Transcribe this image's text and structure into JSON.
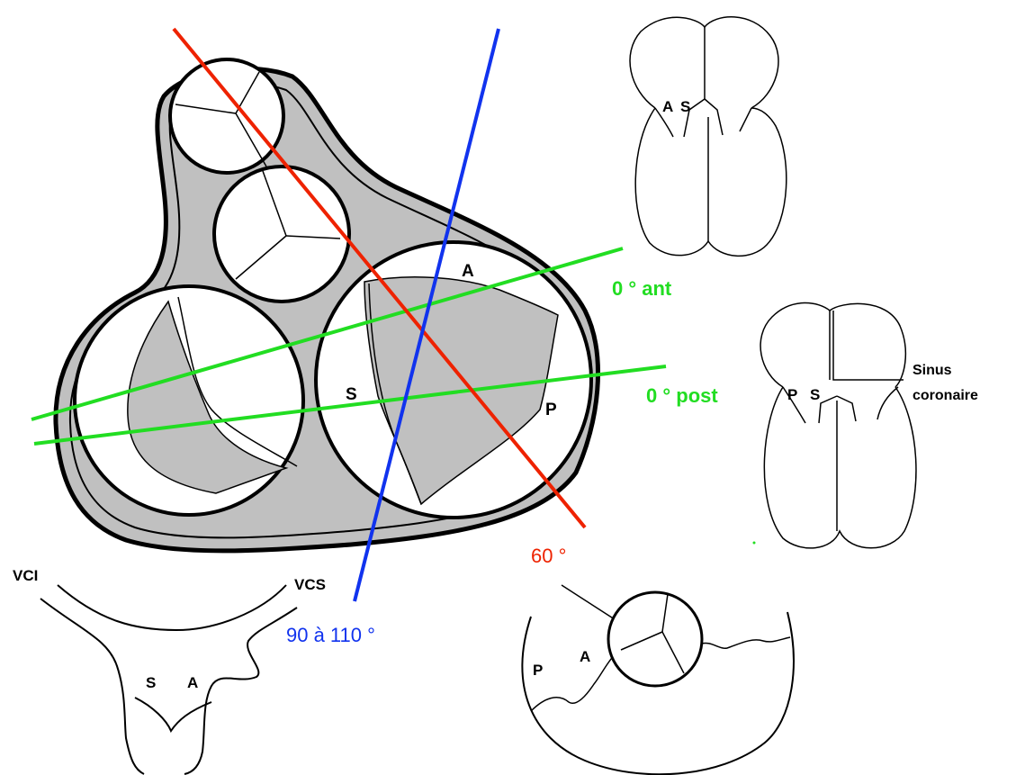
{
  "colors": {
    "outline": "#000000",
    "fill": "#c0c0c0",
    "line_0deg": "#22dd22",
    "line_60deg": "#ee2200",
    "line_90deg": "#1133ee",
    "background": "#ffffff"
  },
  "angles": {
    "ant": "0 ° ant",
    "post": "0 ° post",
    "sixty": "60 °",
    "ninety": "90 à 110 °"
  },
  "valve_labels": {
    "tricuspid_A": "A",
    "tricuspid_S": "S",
    "tricuspid_P": "P"
  },
  "views": {
    "ant": {
      "A": "A",
      "S": "S"
    },
    "post": {
      "P": "P",
      "S": "S",
      "sinus_line1": "Sinus",
      "sinus_line2": "coronaire"
    },
    "bicaval": {
      "VCI": "VCI",
      "VCS": "VCS",
      "S": "S",
      "A": "A"
    },
    "short_axis": {
      "P": "P",
      "A": "A"
    }
  }
}
